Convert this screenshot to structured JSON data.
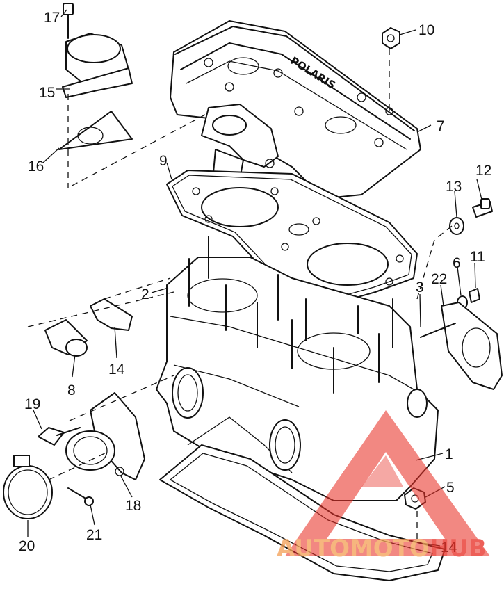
{
  "callouts": {
    "c1": "1",
    "c2": "2",
    "c3": "3",
    "c5": "5",
    "c6": "6",
    "c7": "7",
    "c8": "8",
    "c9": "9",
    "c10": "10",
    "c11": "11",
    "c12": "12",
    "c13": "13",
    "c14a": "14",
    "c14b": "14",
    "c15": "15",
    "c16": "16",
    "c17": "17",
    "c18": "18",
    "c19": "19",
    "c20": "20",
    "c21": "21",
    "c22": "22"
  },
  "cover_text": "POLARIS",
  "watermark": {
    "part1": "AUTOMOTO",
    "part2": "HUB",
    "color": "#e8332a",
    "accent": "#f4a25a"
  }
}
